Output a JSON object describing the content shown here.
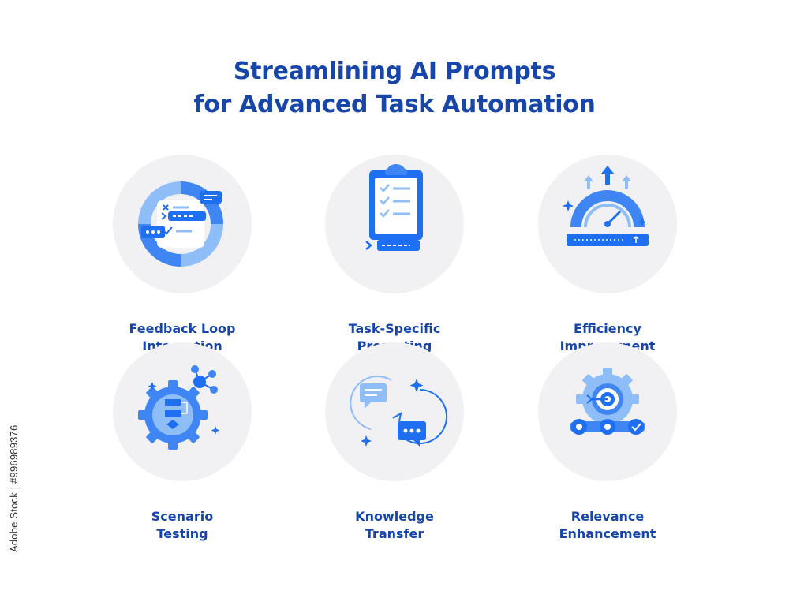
{
  "title": {
    "line1": "Streamlining AI Prompts",
    "line2": "for Advanced Task Automation"
  },
  "colors": {
    "title": "#1846a8",
    "icon_dark": "#1e6ff2",
    "icon_light": "#8fbdf8",
    "circle_bg": "#f1f1f3"
  },
  "cards": [
    {
      "icon": "feedback-loop-icon",
      "line1": "Feedback Loop",
      "line2": "Integration"
    },
    {
      "icon": "clipboard-prompt-icon",
      "line1": "Task-Specific",
      "line2": "Prompting"
    },
    {
      "icon": "speedometer-icon",
      "line1": "Efficiency",
      "line2": "Improvement"
    },
    {
      "icon": "gear-flowchart-icon",
      "line1": "Scenario",
      "line2": "Testing"
    },
    {
      "icon": "chat-exchange-icon",
      "line1": "Knowledge",
      "line2": "Transfer"
    },
    {
      "icon": "gear-target-icon",
      "line1": "Relevance",
      "line2": "Enhancement"
    }
  ],
  "stock_id": "Adobe Stock | #996989376"
}
